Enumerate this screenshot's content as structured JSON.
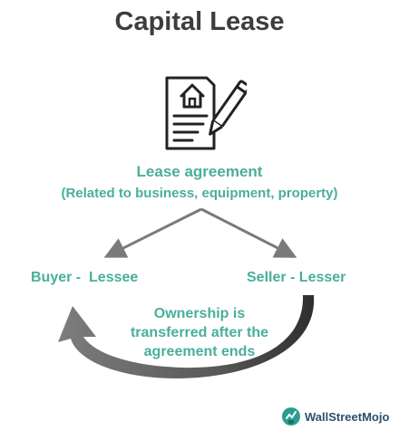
{
  "title": "Capital Lease",
  "agreement": {
    "title": "Lease agreement",
    "subtitle": "(Related to business, equipment, property)"
  },
  "parties": {
    "buyer": "Buyer -  Lessee",
    "seller": "Seller - Lesser"
  },
  "ownership_lines": [
    "Ownership is",
    "transferred after the",
    "agreement ends"
  ],
  "brand": {
    "name": "WallStreetMojo"
  },
  "colors": {
    "teal": "#4aae9b",
    "title": "#3d3d3d",
    "arrow": "#7a7a7a"
  },
  "icons": {
    "document": "document-house-pen-icon",
    "brand": "wallstreetmojo-logo-icon"
  }
}
